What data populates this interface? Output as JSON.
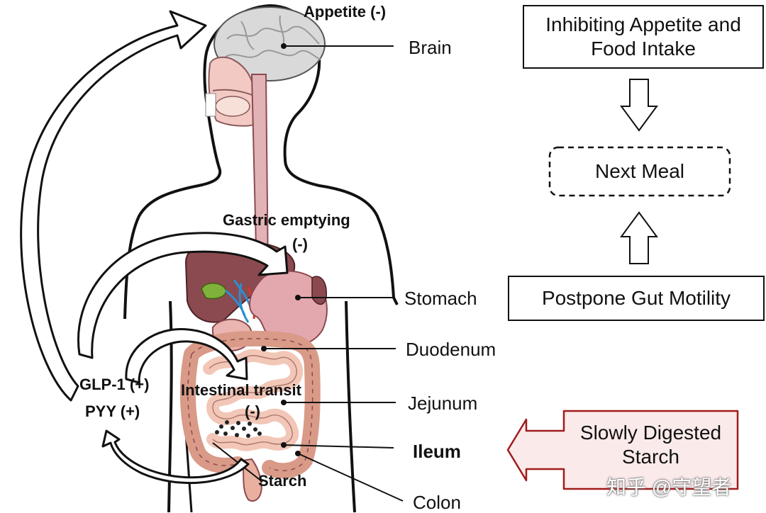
{
  "organ_labels": {
    "appetite": "Appetite (-)",
    "brain": "Brain",
    "gastric_emptying_line1": "Gastric emptying",
    "gastric_emptying_line2": "(-)",
    "stomach": "Stomach",
    "duodenum": "Duodenum",
    "intestinal_transit_line1": "Intestinal transit",
    "intestinal_transit_line2": "(-)",
    "jejunum": "Jejunum",
    "ileum": "Ileum",
    "starch": "Starch",
    "colon": "Colon"
  },
  "hormones": {
    "glp1": "GLP-1 (+)",
    "pyy": "PYY (+)"
  },
  "flow_boxes": {
    "inhibit_line1": "Inhibiting Appetite and",
    "inhibit_line2": "Food Intake",
    "next_meal": "Next Meal",
    "postpone": "Postpone Gut Motility",
    "starch_line1": "Slowly Digested",
    "starch_line2": "Starch"
  },
  "watermark": "知乎 @守望者",
  "colors": {
    "brain": "#d9d9d9",
    "liver": "#8b4a4f",
    "stomach": "#e3a7ae",
    "intestine": "#f2c7b8",
    "colon": "#e9b0a0",
    "gallbladder": "#7fb23a",
    "starch_box_border": "#a01c1c",
    "starch_box_fill": "#fbeaea"
  }
}
